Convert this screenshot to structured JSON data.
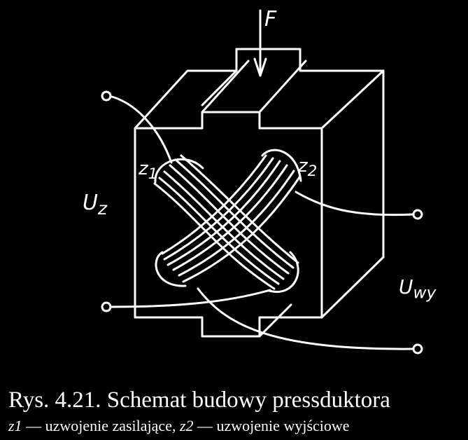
{
  "colors": {
    "background": "#000000",
    "line": "#ffffff"
  },
  "labels": {
    "force": "F",
    "winding1": "z",
    "winding1_sub": "1",
    "winding2": "z",
    "winding2_sub": "2",
    "supply_voltage": "U",
    "supply_voltage_sub": "z",
    "output_voltage": "U",
    "output_voltage_sub": "wy"
  },
  "caption": {
    "title": "Rys. 4.21. Schemat budowy pressduktora",
    "legend_z1_symbol": "z1",
    "legend_z1_text": " — uzwojenie zasilające, ",
    "legend_z2_symbol": "z2",
    "legend_z2_text": " — uzwojenie wyjściowe"
  }
}
